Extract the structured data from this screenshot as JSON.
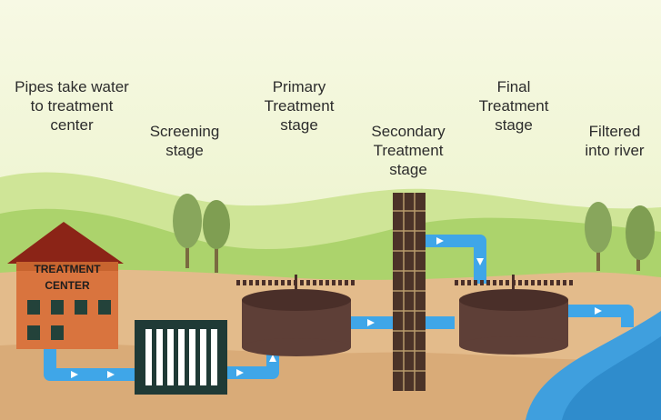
{
  "stages": [
    {
      "id": "pipes",
      "label": "Pipes take water\nto treatment\ncenter"
    },
    {
      "id": "screening",
      "label": "Screening\nstage"
    },
    {
      "id": "primary",
      "label": "Primary\nTreatment\nstage"
    },
    {
      "id": "secondary",
      "label": "Secondary\nTreatment\nstage"
    },
    {
      "id": "final",
      "label": "Final\nTreatment\nstage"
    },
    {
      "id": "filtered",
      "label": "Filtered\ninto river"
    }
  ],
  "building_sign": {
    "line1": "TREATMENT",
    "line2": "CENTER"
  },
  "colors": {
    "sky_top": "#f6f8df",
    "sky_bottom": "#e8f1c2",
    "hill_far": "#c5e08d",
    "hill_mid": "#a9d06a",
    "ground": "#e2b98a",
    "ground_dark": "#d6a773",
    "water": "#3fa6e8",
    "tank": "#5e3f37",
    "tank_top": "#4a2f29",
    "tower": "#4b3328",
    "building": "#d8743f",
    "roof": "#8a2316",
    "tree": "#86a65a",
    "trunk": "#7a6a40"
  }
}
